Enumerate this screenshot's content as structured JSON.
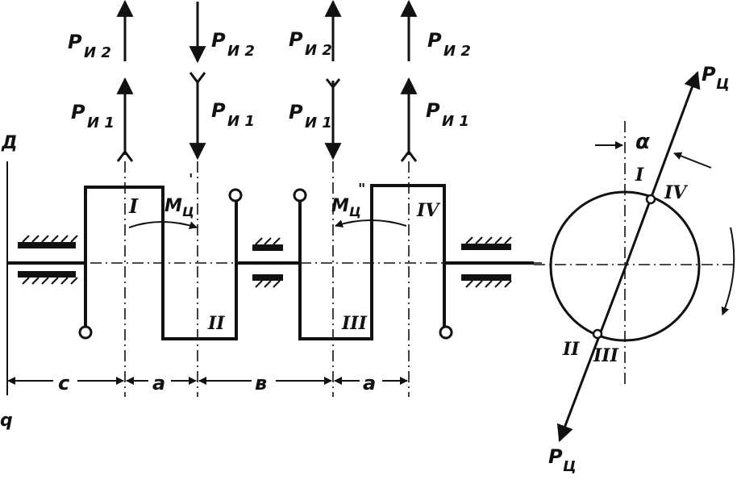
{
  "labels": {
    "p_i2": "P",
    "p_i2_sub": "И 2",
    "p_i1": "P",
    "p_i1_sub": "И 1",
    "p_c": "P",
    "p_c_sub": "Ц",
    "m": "M",
    "m_sub": "Ц",
    "m1_prime": "'",
    "m2_prime": "\"",
    "d_left": "Д",
    "q_left": "q",
    "alpha": "α",
    "roman_1": "I",
    "roman_2": "II",
    "roman_3": "III",
    "roman_4": "IV",
    "roman_2_3": "II",
    "roman_3_c": "III",
    "roman_1_c": "I",
    "roman_4_c": "IV",
    "dim_c": "c",
    "dim_a1": "a",
    "dim_b": "в",
    "dim_a2": "a"
  }
}
